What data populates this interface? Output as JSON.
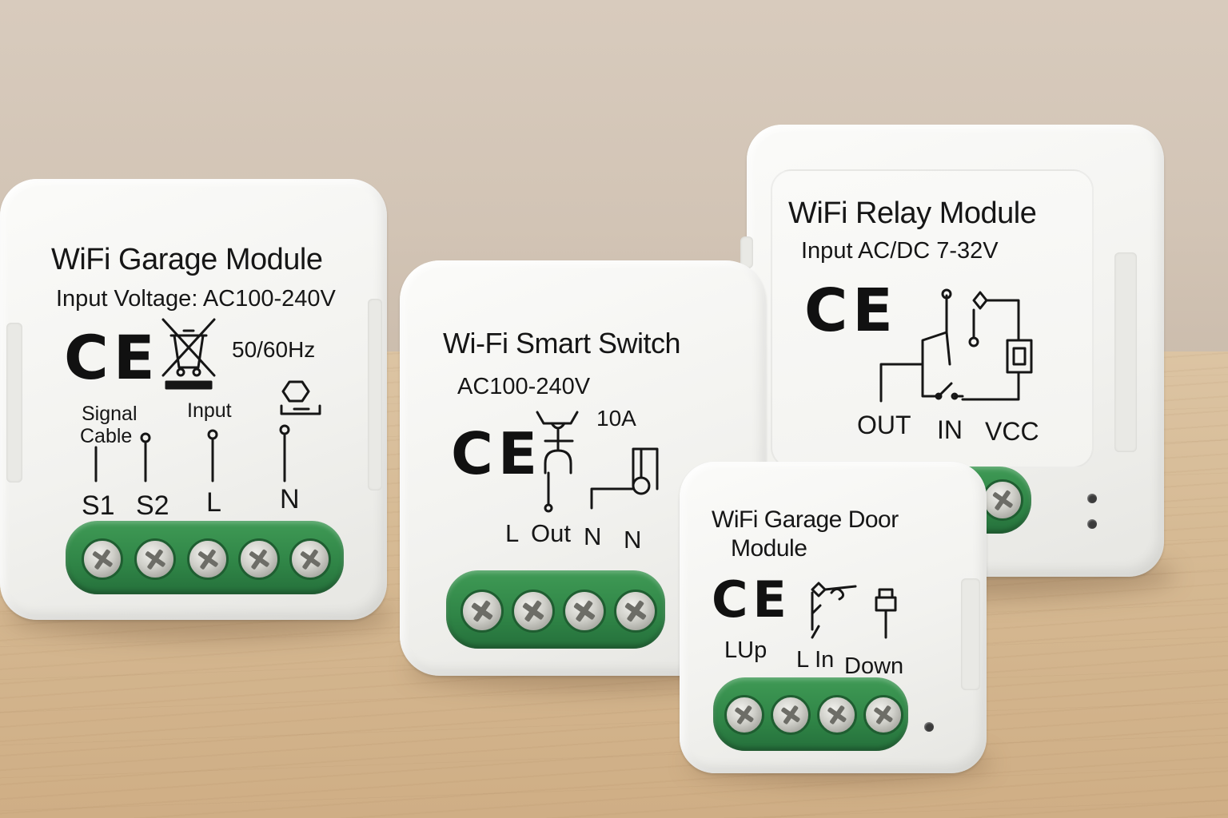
{
  "scene": {
    "wall_color": "#d4c6b7",
    "desk_color": "#d6ba94",
    "terminal_color": "#2f8446"
  },
  "devices": {
    "garage_module": {
      "title": "WiFi Garage Module",
      "input": "Input Voltage: AC100-240V",
      "cert": "CE",
      "frequency": "50/60Hz",
      "signal_label_1": "Signal",
      "signal_label_2": "Cable",
      "input_label": "Input",
      "terminals": [
        "S1",
        "S2",
        "L",
        "N"
      ],
      "screw_count": 5
    },
    "smart_switch": {
      "title": "Wi-Fi Smart Switch",
      "input": "AC100-240V",
      "cert": "CE",
      "rating": "10A",
      "terminals": [
        "L",
        "Out",
        "N",
        "N"
      ],
      "screw_count": 4
    },
    "relay_module": {
      "title": "WiFi Relay Module",
      "input": "Input AC/DC 7-32V",
      "cert": "CE",
      "terminals": [
        "OUT",
        "IN",
        "VCC"
      ],
      "screw_count": 2
    },
    "garage_door_module": {
      "title_line1": "WiFi Garage Door",
      "title_line2": "Module",
      "cert": "CE",
      "terminals": [
        "LUp",
        "L In",
        "Down"
      ],
      "screw_count": 4
    }
  }
}
